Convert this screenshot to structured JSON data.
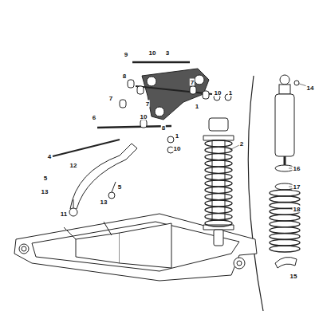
{
  "diagram": {
    "labels": [
      "9",
      "10",
      "3",
      "8",
      "7",
      "10",
      "1",
      "7",
      "1",
      "6",
      "7",
      "8",
      "10",
      "1",
      "10",
      "4",
      "12",
      "5",
      "5",
      "13",
      "13",
      "11",
      "14",
      "2",
      "16",
      "17",
      "18",
      "15"
    ]
  }
}
